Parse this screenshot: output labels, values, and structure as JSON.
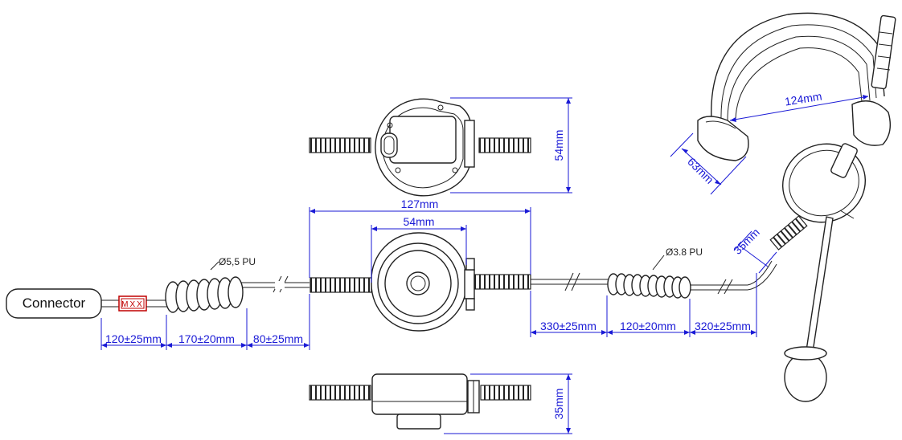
{
  "connector": {
    "label": "Connector",
    "marking": "MXX"
  },
  "cables": {
    "coiled_left_label": "Ø5,5 PU",
    "coiled_right_label": "Ø3.8 PU"
  },
  "dimensions": {
    "left_seg1": "120±25mm",
    "left_seg2": "170±20mm",
    "left_seg3": "80±25mm",
    "right_seg1": "330±25mm",
    "right_seg2": "120±20mm",
    "right_seg3": "320±25mm",
    "box_overall_width": "127mm",
    "box_body_width": "54mm",
    "top_view_height": "54mm",
    "bottom_view_height": "35mm",
    "headband_width": "124mm",
    "earpad_size": "63mm",
    "boom_length": "35mm"
  },
  "colors": {
    "dimension": "#1a1ad6",
    "marking": "#c00000",
    "outline": "#222222"
  }
}
